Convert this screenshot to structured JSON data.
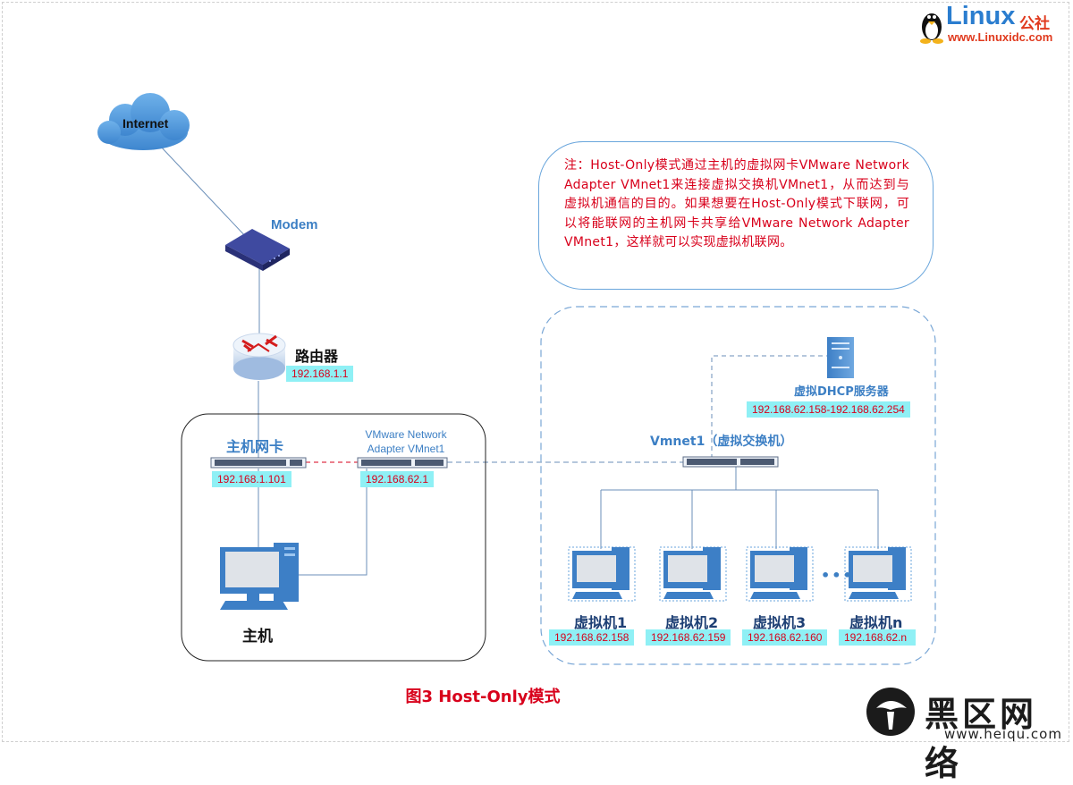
{
  "internet_label": "Internet",
  "modem_label": "Modem",
  "router": {
    "label": "路由器",
    "ip": "192.168.1.1"
  },
  "host": {
    "nic_label": "主机网卡",
    "nic_ip": "192.168.1.101",
    "vmnet1_label_line1": "VMware Network",
    "vmnet1_label_line2": "Adapter VMnet1",
    "vmnet1_ip": "192.168.62.1",
    "computer_label": "主机"
  },
  "note": {
    "text": "注：Host-Only模式通过主机的虚拟网卡VMware Network Adapter VMnet1来连接虚拟交换机VMnet1，从而达到与虚拟机通信的目的。如果想要在Host-Only模式下联网，可以将能联网的主机网卡共享给VMware Network Adapter VMnet1，这样就可以实现虚拟机联网。"
  },
  "dhcp": {
    "label": "虚拟DHCP服务器",
    "range": "192.168.62.158-192.168.62.254"
  },
  "vswitch_label": "Vmnet1（虚拟交换机）",
  "vms": [
    {
      "name": "虚拟机1",
      "ip": "192.168.62.158"
    },
    {
      "name": "虚拟机2",
      "ip": "192.168.62.159"
    },
    {
      "name": "虚拟机3",
      "ip": "192.168.62.160"
    },
    {
      "name": "虚拟机n",
      "ip": "192.168.62.n"
    }
  ],
  "ellipsis": "•••",
  "caption": "图3  Host-Only模式",
  "watermark_top": {
    "brand": "Linux",
    "suffix": "公社",
    "url": "www.Linuxidc.com"
  },
  "watermark_bottom": {
    "brand": "黑区网络",
    "url": "www.heiqu.com"
  },
  "colors": {
    "accent_blue": "#3c7fc4",
    "ip_bg": "#8ff0f5",
    "ip_text": "#d8001b",
    "note_text": "#d8001b"
  }
}
